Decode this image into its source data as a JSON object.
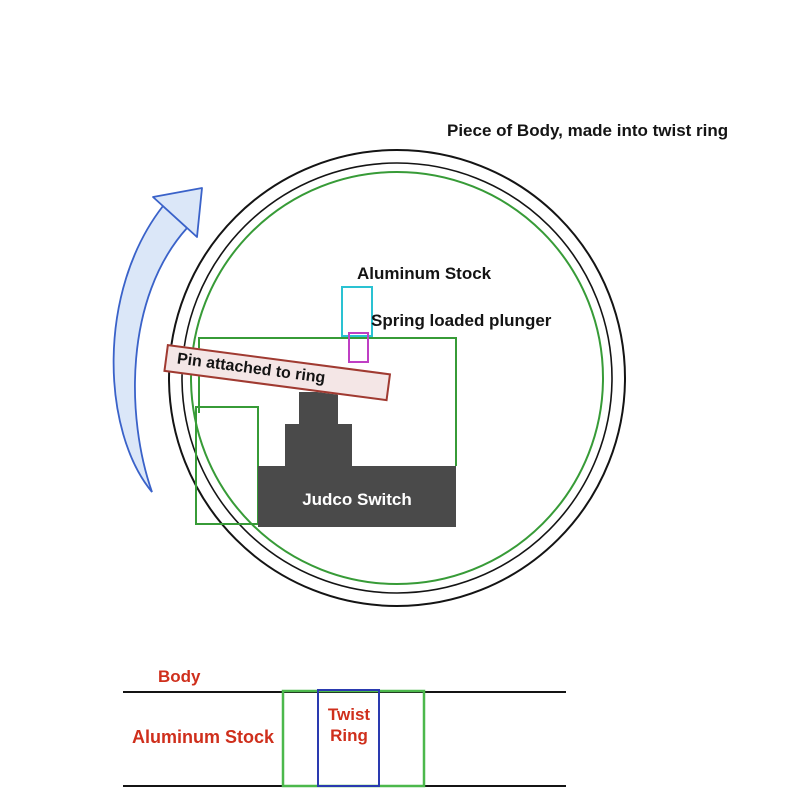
{
  "title": "Piece of Body, made into twist ring",
  "diagram": {
    "labels": {
      "aluminum_stock_top": "Aluminum Stock",
      "spring_plunger": "Spring loaded plunger",
      "pin": "Pin attached to ring",
      "judco_switch": "Judco Switch"
    }
  },
  "cross_section": {
    "labels": {
      "body": "Body",
      "aluminum_stock": "Aluminum Stock",
      "twist_ring": "Twist Ring"
    }
  },
  "colors": {
    "black": "#141414",
    "label_red": "#cf2f1c",
    "green": "#379b37",
    "green_bright": "#4cb84c",
    "cyan": "#2ac2d2",
    "magenta": "#bf3fc4",
    "pin_stroke": "#a03a31",
    "pin_fill": "#f4e6e6",
    "arrow_stroke": "#3a62c9",
    "arrow_fill": "#dbe7f8",
    "switch_gray": "#4a4a4a",
    "blue_rect": "#2a3ab0"
  }
}
